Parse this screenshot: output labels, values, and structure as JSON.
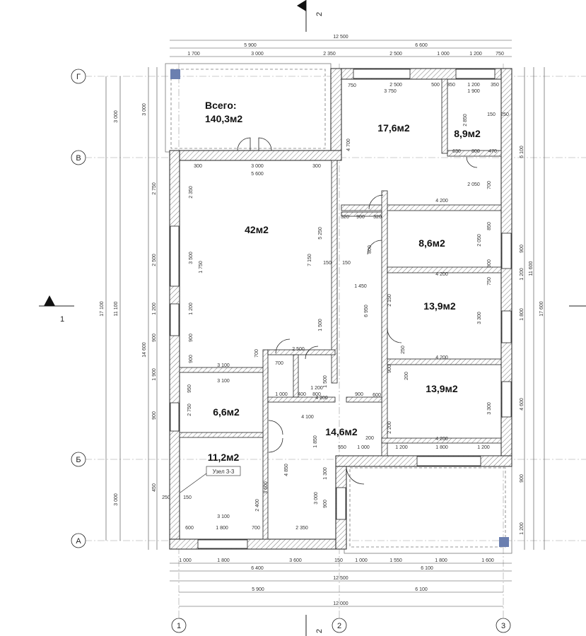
{
  "total": {
    "label": "Всего:",
    "value": "140,3м2"
  },
  "rooms": [
    {
      "id": "living",
      "area": "42м2"
    },
    {
      "id": "bed1",
      "area": "17,6м2"
    },
    {
      "id": "bath1",
      "area": "8,9м2"
    },
    {
      "id": "room3",
      "area": "8,6м2"
    },
    {
      "id": "bed2",
      "area": "13,9м2"
    },
    {
      "id": "bed3",
      "area": "13,9м2"
    },
    {
      "id": "util",
      "area": "6,6м2"
    },
    {
      "id": "hall",
      "area": "14,6м2"
    },
    {
      "id": "kitchen",
      "area": "11,2м2"
    }
  ],
  "node_label": "Узел 3-3",
  "section_marks": {
    "top": "2",
    "bottom": "2",
    "left": "1"
  },
  "axes": {
    "horizontal": [
      "Г",
      "В",
      "Б",
      "А"
    ],
    "vertical": [
      "1",
      "2",
      "3"
    ]
  },
  "dims_top": {
    "overall": "12 500",
    "row2": [
      "5 900",
      "6 600"
    ],
    "row3": [
      "1 700",
      "3 000",
      "2 350",
      "2 500",
      "1 000",
      "1 200",
      "750"
    ]
  },
  "dims_bottom": {
    "row1": [
      "1 000",
      "1 800",
      "3 600",
      "150",
      "1 000",
      "1 550",
      "1 800",
      "1 600"
    ],
    "row2": [
      "6 400",
      "6 100"
    ],
    "row3": "12 500",
    "row4": [
      "5 900",
      "6 100"
    ],
    "row5": "12 000"
  },
  "dims_left": {
    "overall": "17 100",
    "parts": [
      "3 000",
      "11 100",
      "3 000"
    ],
    "row3": [
      "3 000",
      "2 750",
      "2 500",
      "1 200",
      "900",
      "1 900",
      "900",
      "450"
    ],
    "row4": "14 600"
  },
  "dims_right": {
    "parts": [
      "6 100",
      "900",
      "1 200",
      "1 800",
      "4 600",
      "900",
      "1 200"
    ],
    "sub": "11 600",
    "overall": "17 600"
  },
  "interior_dims": [
    "300",
    "3 000",
    "300",
    "5 600",
    "2 350",
    "3 500",
    "1 750",
    "1 200",
    "900",
    "900",
    "3 100",
    "3 100",
    "950",
    "2 750",
    "3 100",
    "600",
    "1 800",
    "700",
    "2 350",
    "7 150",
    "5 250",
    "1 450",
    "1 500",
    "2 500",
    "700",
    "700",
    "1 500",
    "1 200",
    "1 000",
    "400",
    "800",
    "4 100",
    "1 850",
    "1 300",
    "3 000",
    "900",
    "4 850",
    "2 400",
    "3 600",
    "250",
    "150",
    "900",
    "4 200",
    "550",
    "1 000",
    "1 200",
    "1 800",
    "1 200",
    "200",
    "2 200",
    "3 300",
    "4 200",
    "900",
    "600",
    "250",
    "200",
    "4 200",
    "3 300",
    "2 150",
    "750",
    "4 200",
    "2 050",
    "850",
    "900",
    "320",
    "900",
    "320",
    "6 950",
    "4 700",
    "3 750",
    "2 500",
    "500",
    "350",
    "1 200",
    "350",
    "1 900",
    "2 850",
    "150",
    "250",
    "630",
    "800",
    "470",
    "2 050",
    "700",
    "4 200",
    "750",
    "150",
    "150",
    "800"
  ]
}
